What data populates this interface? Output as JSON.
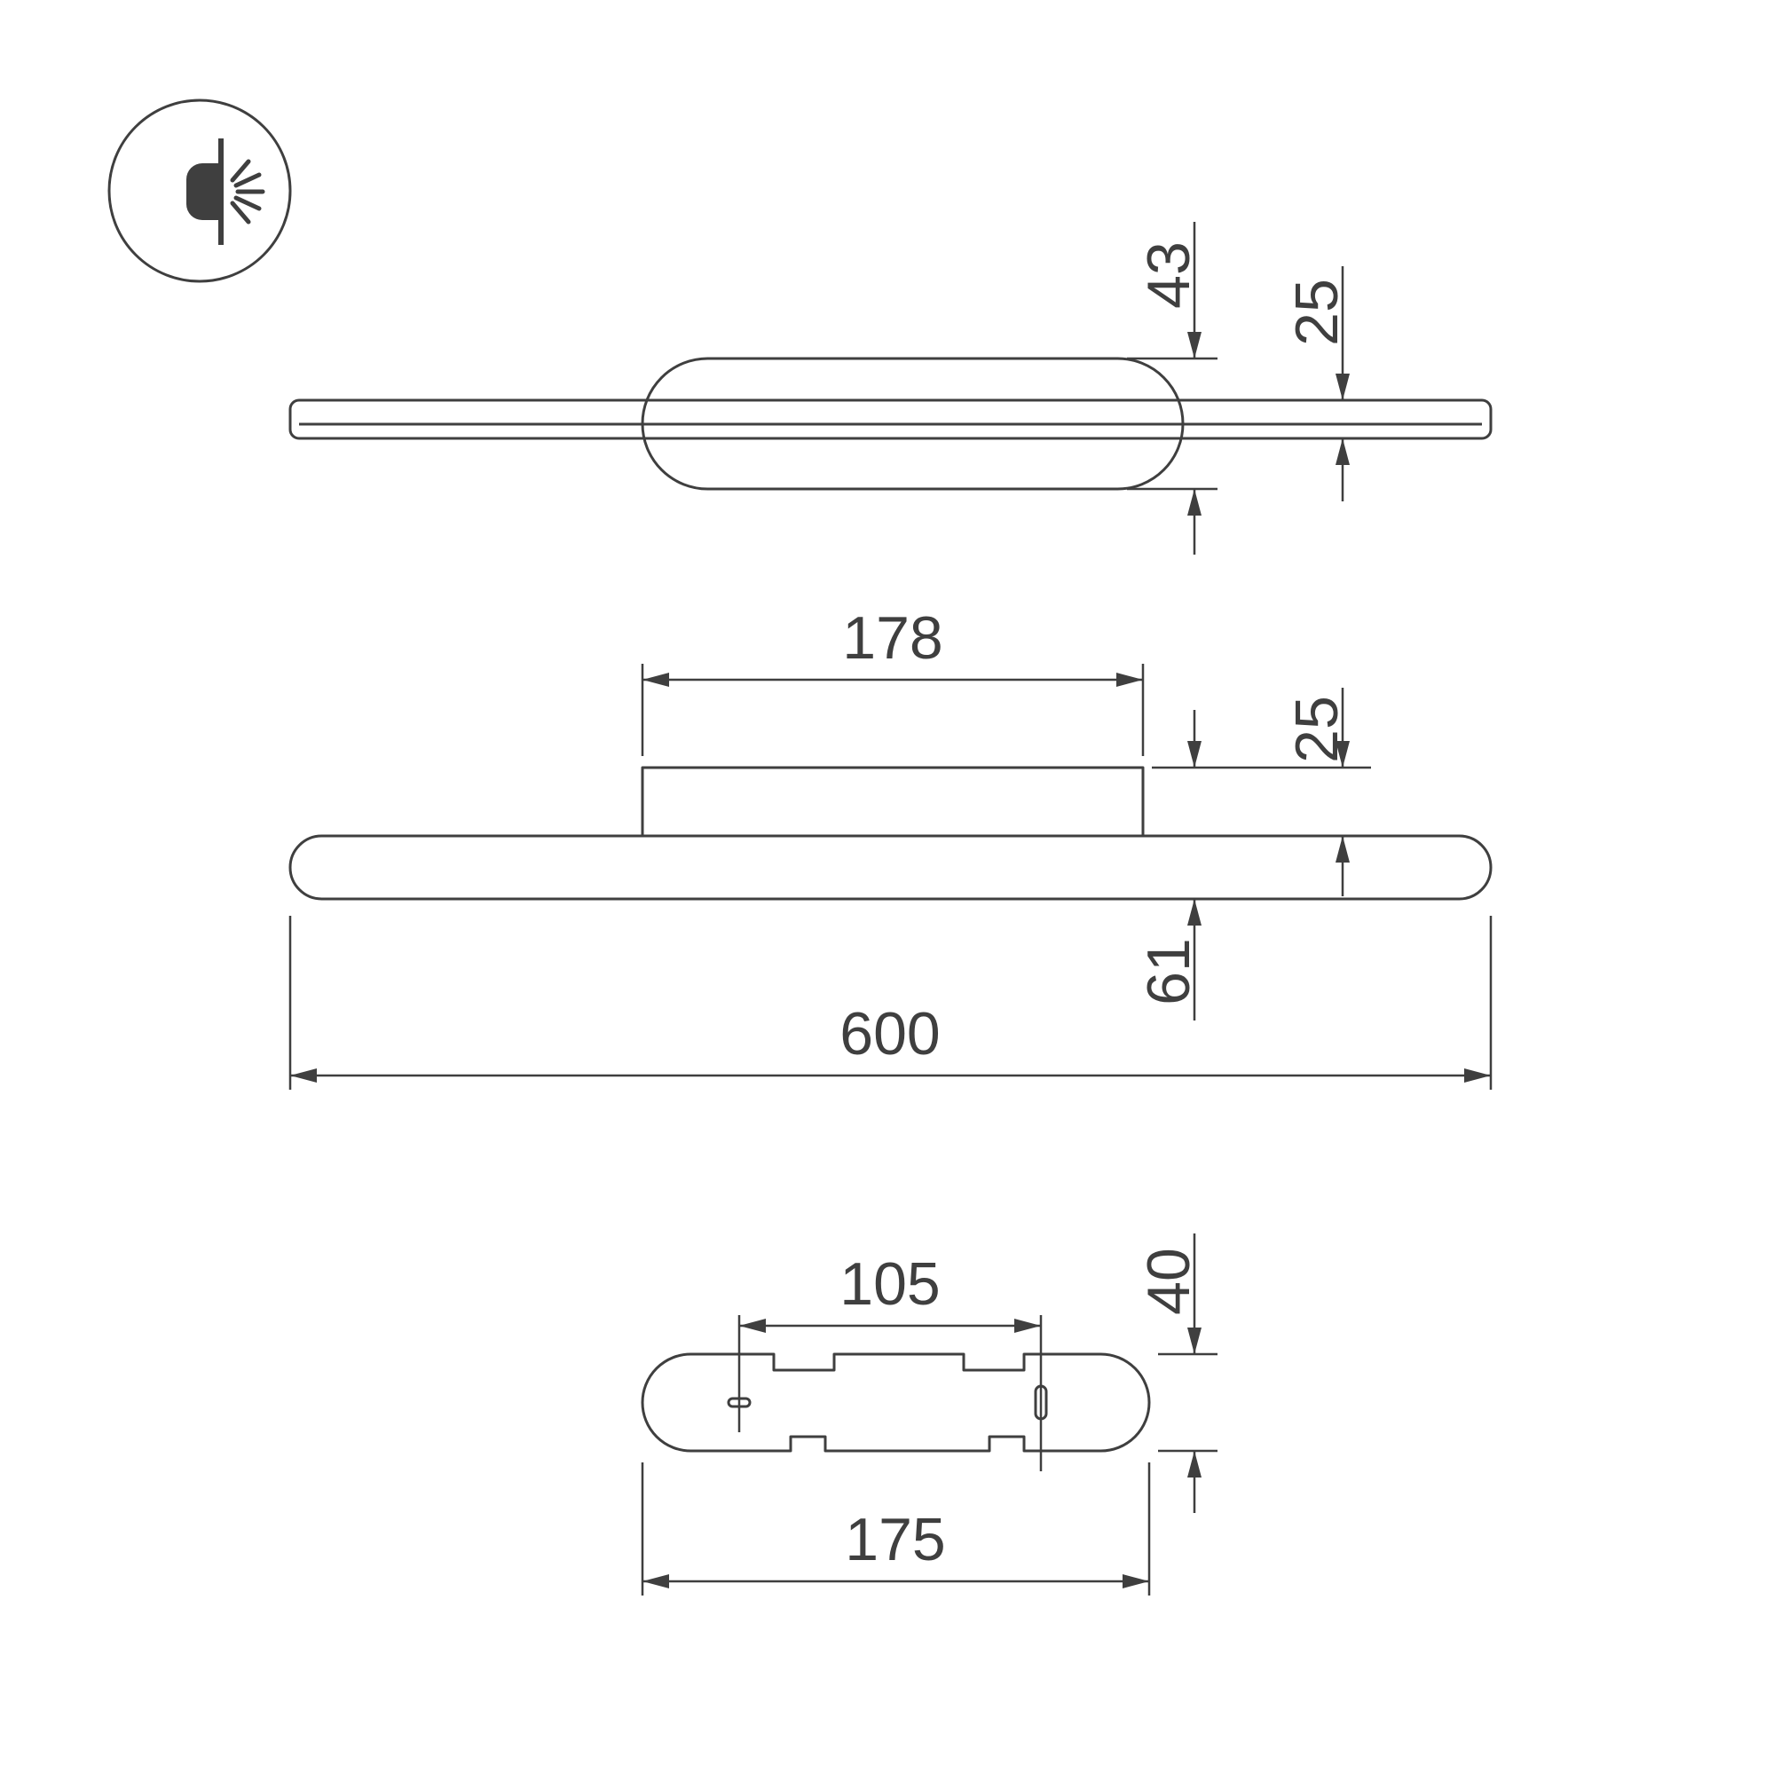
{
  "drawing": {
    "background": "#ffffff",
    "line_color": "#3f3f3f"
  },
  "icon": {
    "legend": "wall-lamp-light-emission"
  },
  "dimensions": {
    "side_view": {
      "body_depth": "43",
      "bar_thickness": "25"
    },
    "front_view": {
      "bracket_width": "178",
      "bracket_height": "25",
      "total_height": "61",
      "length": "600"
    },
    "bottom_view": {
      "slot_spacing": "105",
      "plate_depth": "40",
      "plate_length": "175"
    }
  }
}
